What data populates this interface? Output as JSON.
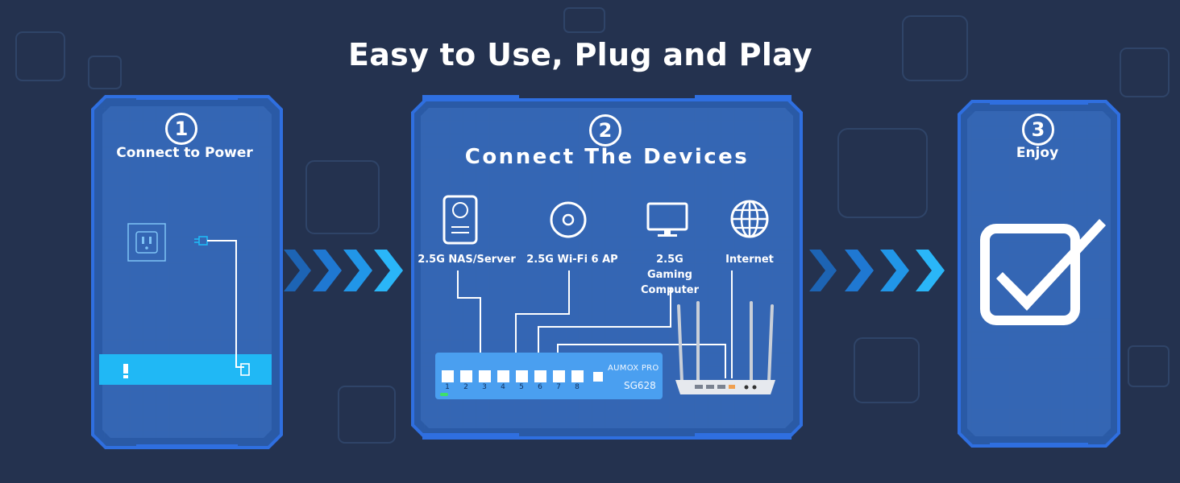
{
  "headline": "Easy to Use, Plug and Play",
  "steps": [
    {
      "number": "1",
      "title": "Connect to Power"
    },
    {
      "number": "2",
      "title": "Connect The Devices"
    },
    {
      "number": "3",
      "title": "Enjoy"
    }
  ],
  "devices": [
    {
      "label": "2.5G NAS/Server",
      "icon": "nas-server-icon"
    },
    {
      "label": "2.5G Wi-Fi 6 AP",
      "icon": "wifi-access-point-icon"
    },
    {
      "label": "2.5G Gaming Computer",
      "icon": "monitor-icon"
    },
    {
      "label": "Internet",
      "icon": "globe-icon"
    }
  ],
  "switch": {
    "brand": "AUMOX PRO",
    "model": "SG628",
    "ports": [
      "1",
      "2",
      "3",
      "4",
      "5",
      "6",
      "7",
      "8"
    ]
  },
  "colors": {
    "background": "#24324f",
    "panel_frame": "#2f6fe0",
    "accent_cyan": "#20b8f5",
    "switch_blue": "#4a9ff0",
    "text": "#ffffff"
  }
}
